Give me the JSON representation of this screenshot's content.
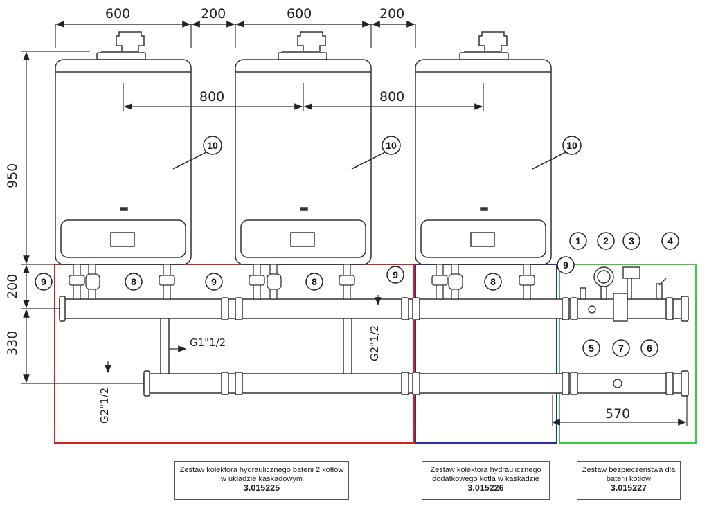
{
  "dimensions": {
    "top": [
      "600",
      "200",
      "600",
      "200"
    ],
    "center": [
      "800",
      "800"
    ],
    "height_boiler": "950",
    "height_upper": "200",
    "height_lower": "330",
    "width_safety": "570",
    "pipe_main": "G1\"1/2",
    "pipe_vertical": "G2\"1/2",
    "pipe_left": "G2\"1/2"
  },
  "callouts": {
    "boiler": "10",
    "valve9": "9",
    "valve8": "8",
    "c1": "1",
    "c2": "2",
    "c3": "3",
    "c4": "4",
    "c5": "5",
    "c6": "6",
    "c7": "7"
  },
  "captions": [
    {
      "line1": "Zestaw kolektora hydraulicznego baterii 2 kotłów",
      "line2": "w układzie kaskadowym",
      "code": "3.015225"
    },
    {
      "line1": "Zestaw kolektora hydraulicznego",
      "line2": "dodatkowego kotła w kaskadzie",
      "code": "3.015226"
    },
    {
      "line1": "Zestaw bezpieczeństwa dla",
      "line2": "baterii kotłów",
      "code": "3.015227"
    }
  ],
  "colors": {
    "frame_red": "#d62020",
    "frame_blue": "#1f2fb0",
    "frame_green": "#3ec93e",
    "line": "#333333"
  }
}
